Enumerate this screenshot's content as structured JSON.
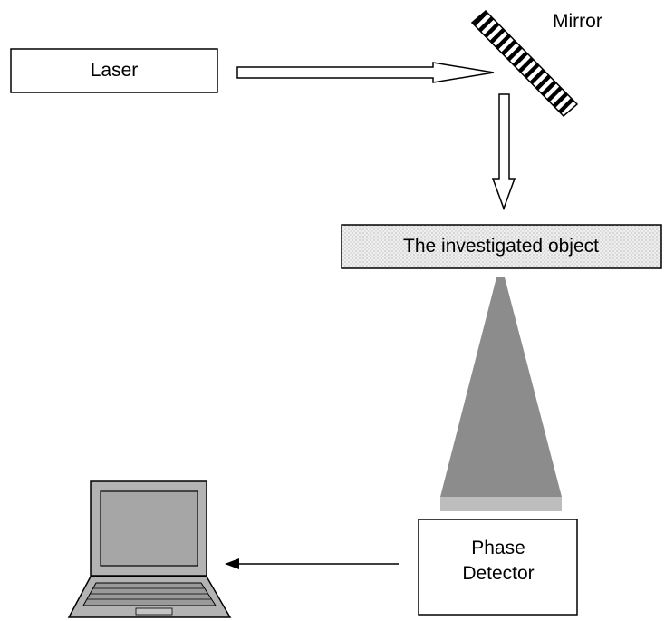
{
  "labels": {
    "laser": "Laser",
    "mirror": "Mirror",
    "object": "The investigated object",
    "detector_line1": "Phase",
    "detector_line2": "Detector"
  },
  "colors": {
    "stroke": "#000000",
    "beam_cone": "#8c8c8c",
    "beam_cone_base": "#bdbdbd",
    "object_fill": "#eeeeee",
    "laptop_body": "#b3b3b3",
    "laptop_screen": "#a6a6a6",
    "laptop_keyboard": "#9a9a9a"
  },
  "icons": {
    "computer": "laptop-icon",
    "mirror": "hatched-mirror"
  }
}
